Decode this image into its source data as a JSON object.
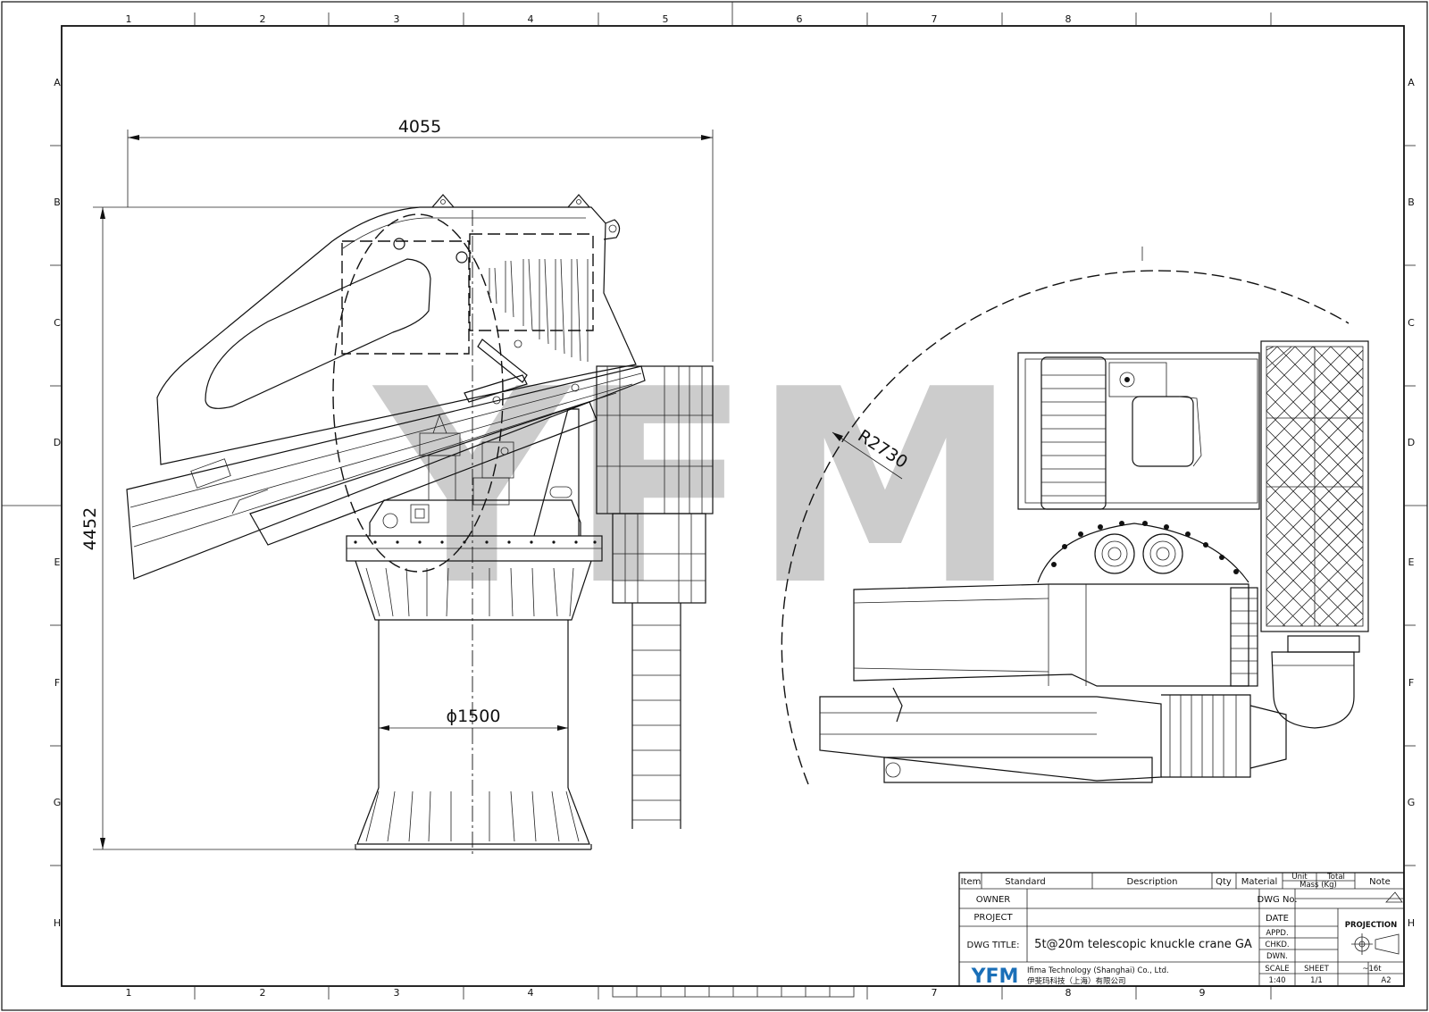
{
  "zones": {
    "columns_top": [
      "1",
      "2",
      "3",
      "4",
      "5",
      "6",
      "7",
      "8"
    ],
    "columns_bottom": [
      "1",
      "2",
      "3",
      "4",
      "7",
      "8",
      "9"
    ],
    "rows": [
      "A",
      "B",
      "C",
      "D",
      "E",
      "F",
      "G",
      "H"
    ]
  },
  "dimensions": {
    "overall_width": "4055",
    "overall_height": "4452",
    "pedestal_diameter": "ϕ1500",
    "slew_radius": "R2730"
  },
  "watermark": "YFM",
  "title_block": {
    "headers": {
      "item": "Item",
      "standard": "Standard",
      "description": "Description",
      "qty": "Qty",
      "material": "Material",
      "unit": "Unit",
      "total": "Total",
      "mass": "Mass (Kg)",
      "note": "Note"
    },
    "owner_label": "OWNER",
    "project_label": "PROJECT",
    "dwg_title_label": "DWG TITLE:",
    "dwg_title": "5t@20m telescopic knuckle crane GA",
    "dwg_no_label": "DWG No.",
    "date_label": "DATE",
    "appd_label": "APPD.",
    "chkd_label": "CHKD.",
    "dwn_label": "DWN.",
    "scale_label": "SCALE",
    "scale_value": "1:40",
    "sheet_label": "SHEET",
    "sheet_value": "1/1",
    "weight_value": "~16t",
    "paper_size": "A2",
    "projection_label": "PROJECTION",
    "company_logo": "YFM",
    "company_name_en": "Ifima Technology (Shanghai) Co., Ltd.",
    "company_name_cn": "伊斐玛科技（上海）有限公司"
  }
}
